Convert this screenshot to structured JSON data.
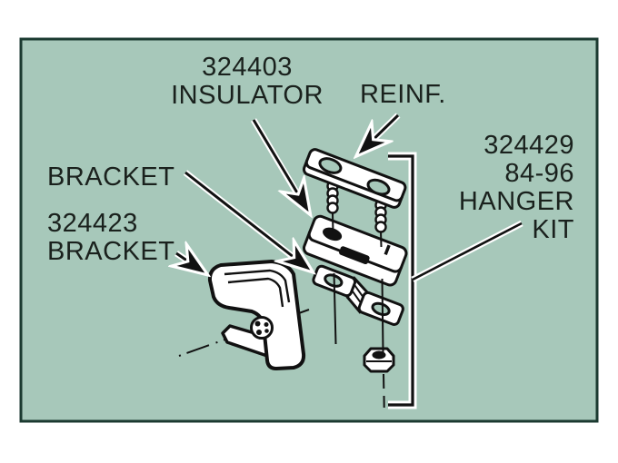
{
  "panel": {
    "bg": "#a7c8ba",
    "border_color": "#1b3a30",
    "outer_bg": "#ffffff",
    "ink": "#111111",
    "text_color": "#1a211d"
  },
  "labels": {
    "insulator_part_no": "324403",
    "insulator_name": "INSULATOR",
    "reinf": "REINF.",
    "bracket_upper": "BRACKET",
    "bracket_lower_part_no": "324423",
    "bracket_lower_name": "BRACKET",
    "kit_part_no": "324429",
    "kit_years": "84-96",
    "kit_word1": "HANGER",
    "kit_word2": "KIT"
  }
}
